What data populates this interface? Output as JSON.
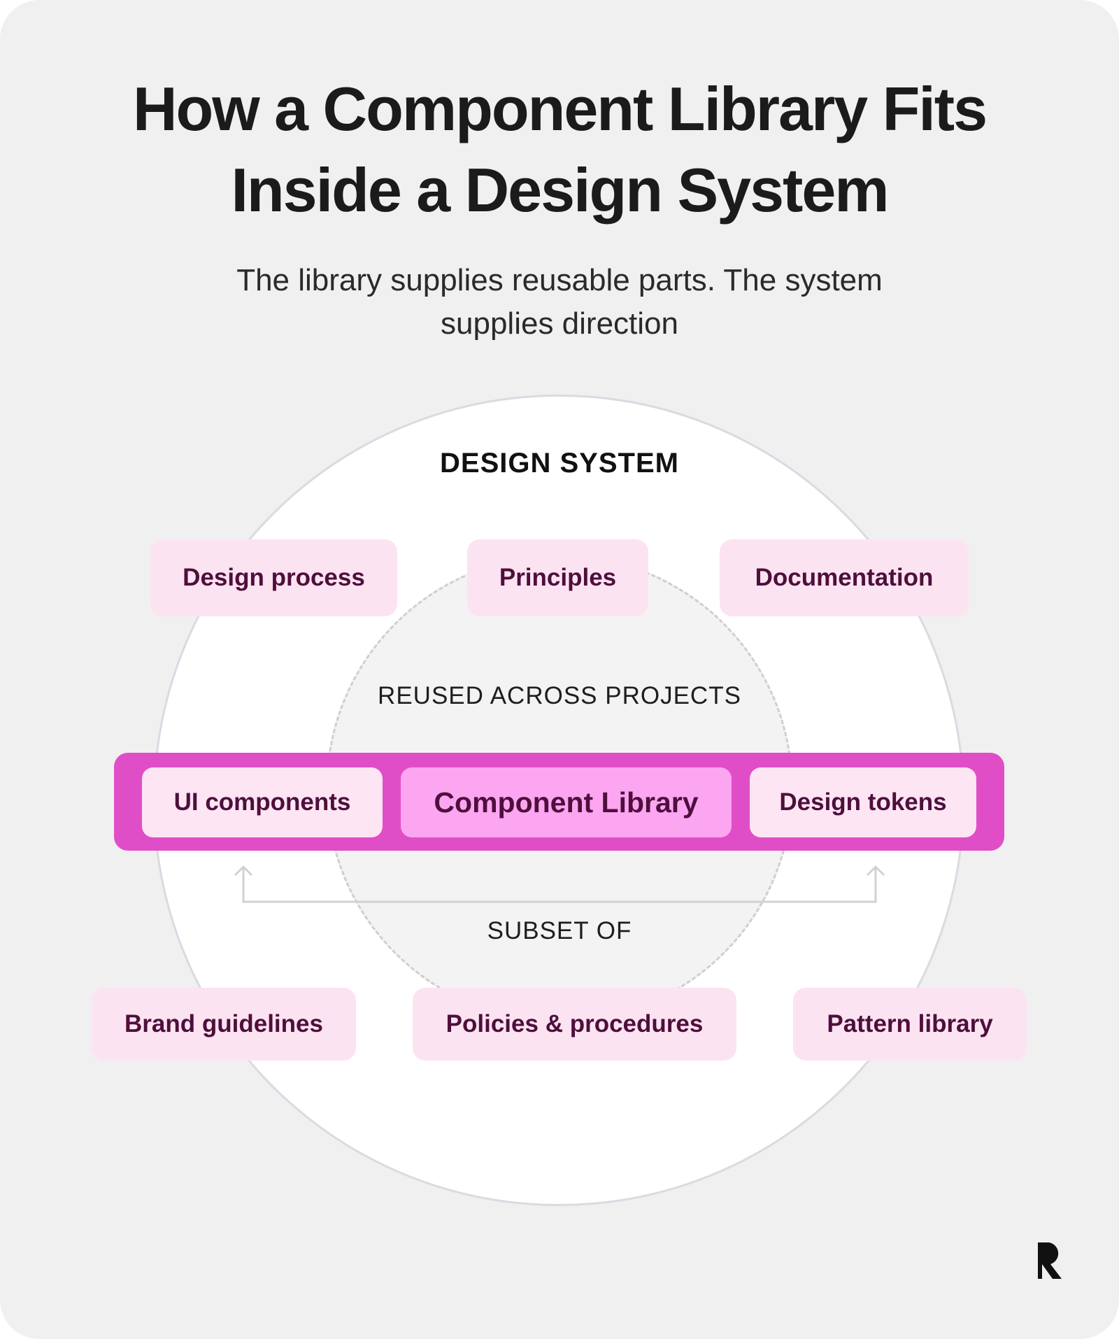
{
  "title_line1": "How a Component Library Fits",
  "title_line2": "Inside a Design System",
  "subtitle_line1": "The library supplies reusable parts. The system",
  "subtitle_line2": "supplies direction",
  "design_system_label": "DESIGN SYSTEM",
  "reused_label": "REUSED ACROSS PROJECTS",
  "subset_label": "SUBSET OF",
  "top_items": [
    "Design process",
    "Principles",
    "Documentation"
  ],
  "band": {
    "left": "UI components",
    "center": "Component Library",
    "right": "Design tokens"
  },
  "bottom_items": [
    "Brand guidelines",
    "Policies & procedures",
    "Pattern library"
  ],
  "colors": {
    "background": "#f0f0f0",
    "pill": "#fce3f1",
    "band": "#e04ec7",
    "band_center": "#fca6f1",
    "pill_text": "#4e0f3c"
  },
  "logo": "brand-r-logo"
}
